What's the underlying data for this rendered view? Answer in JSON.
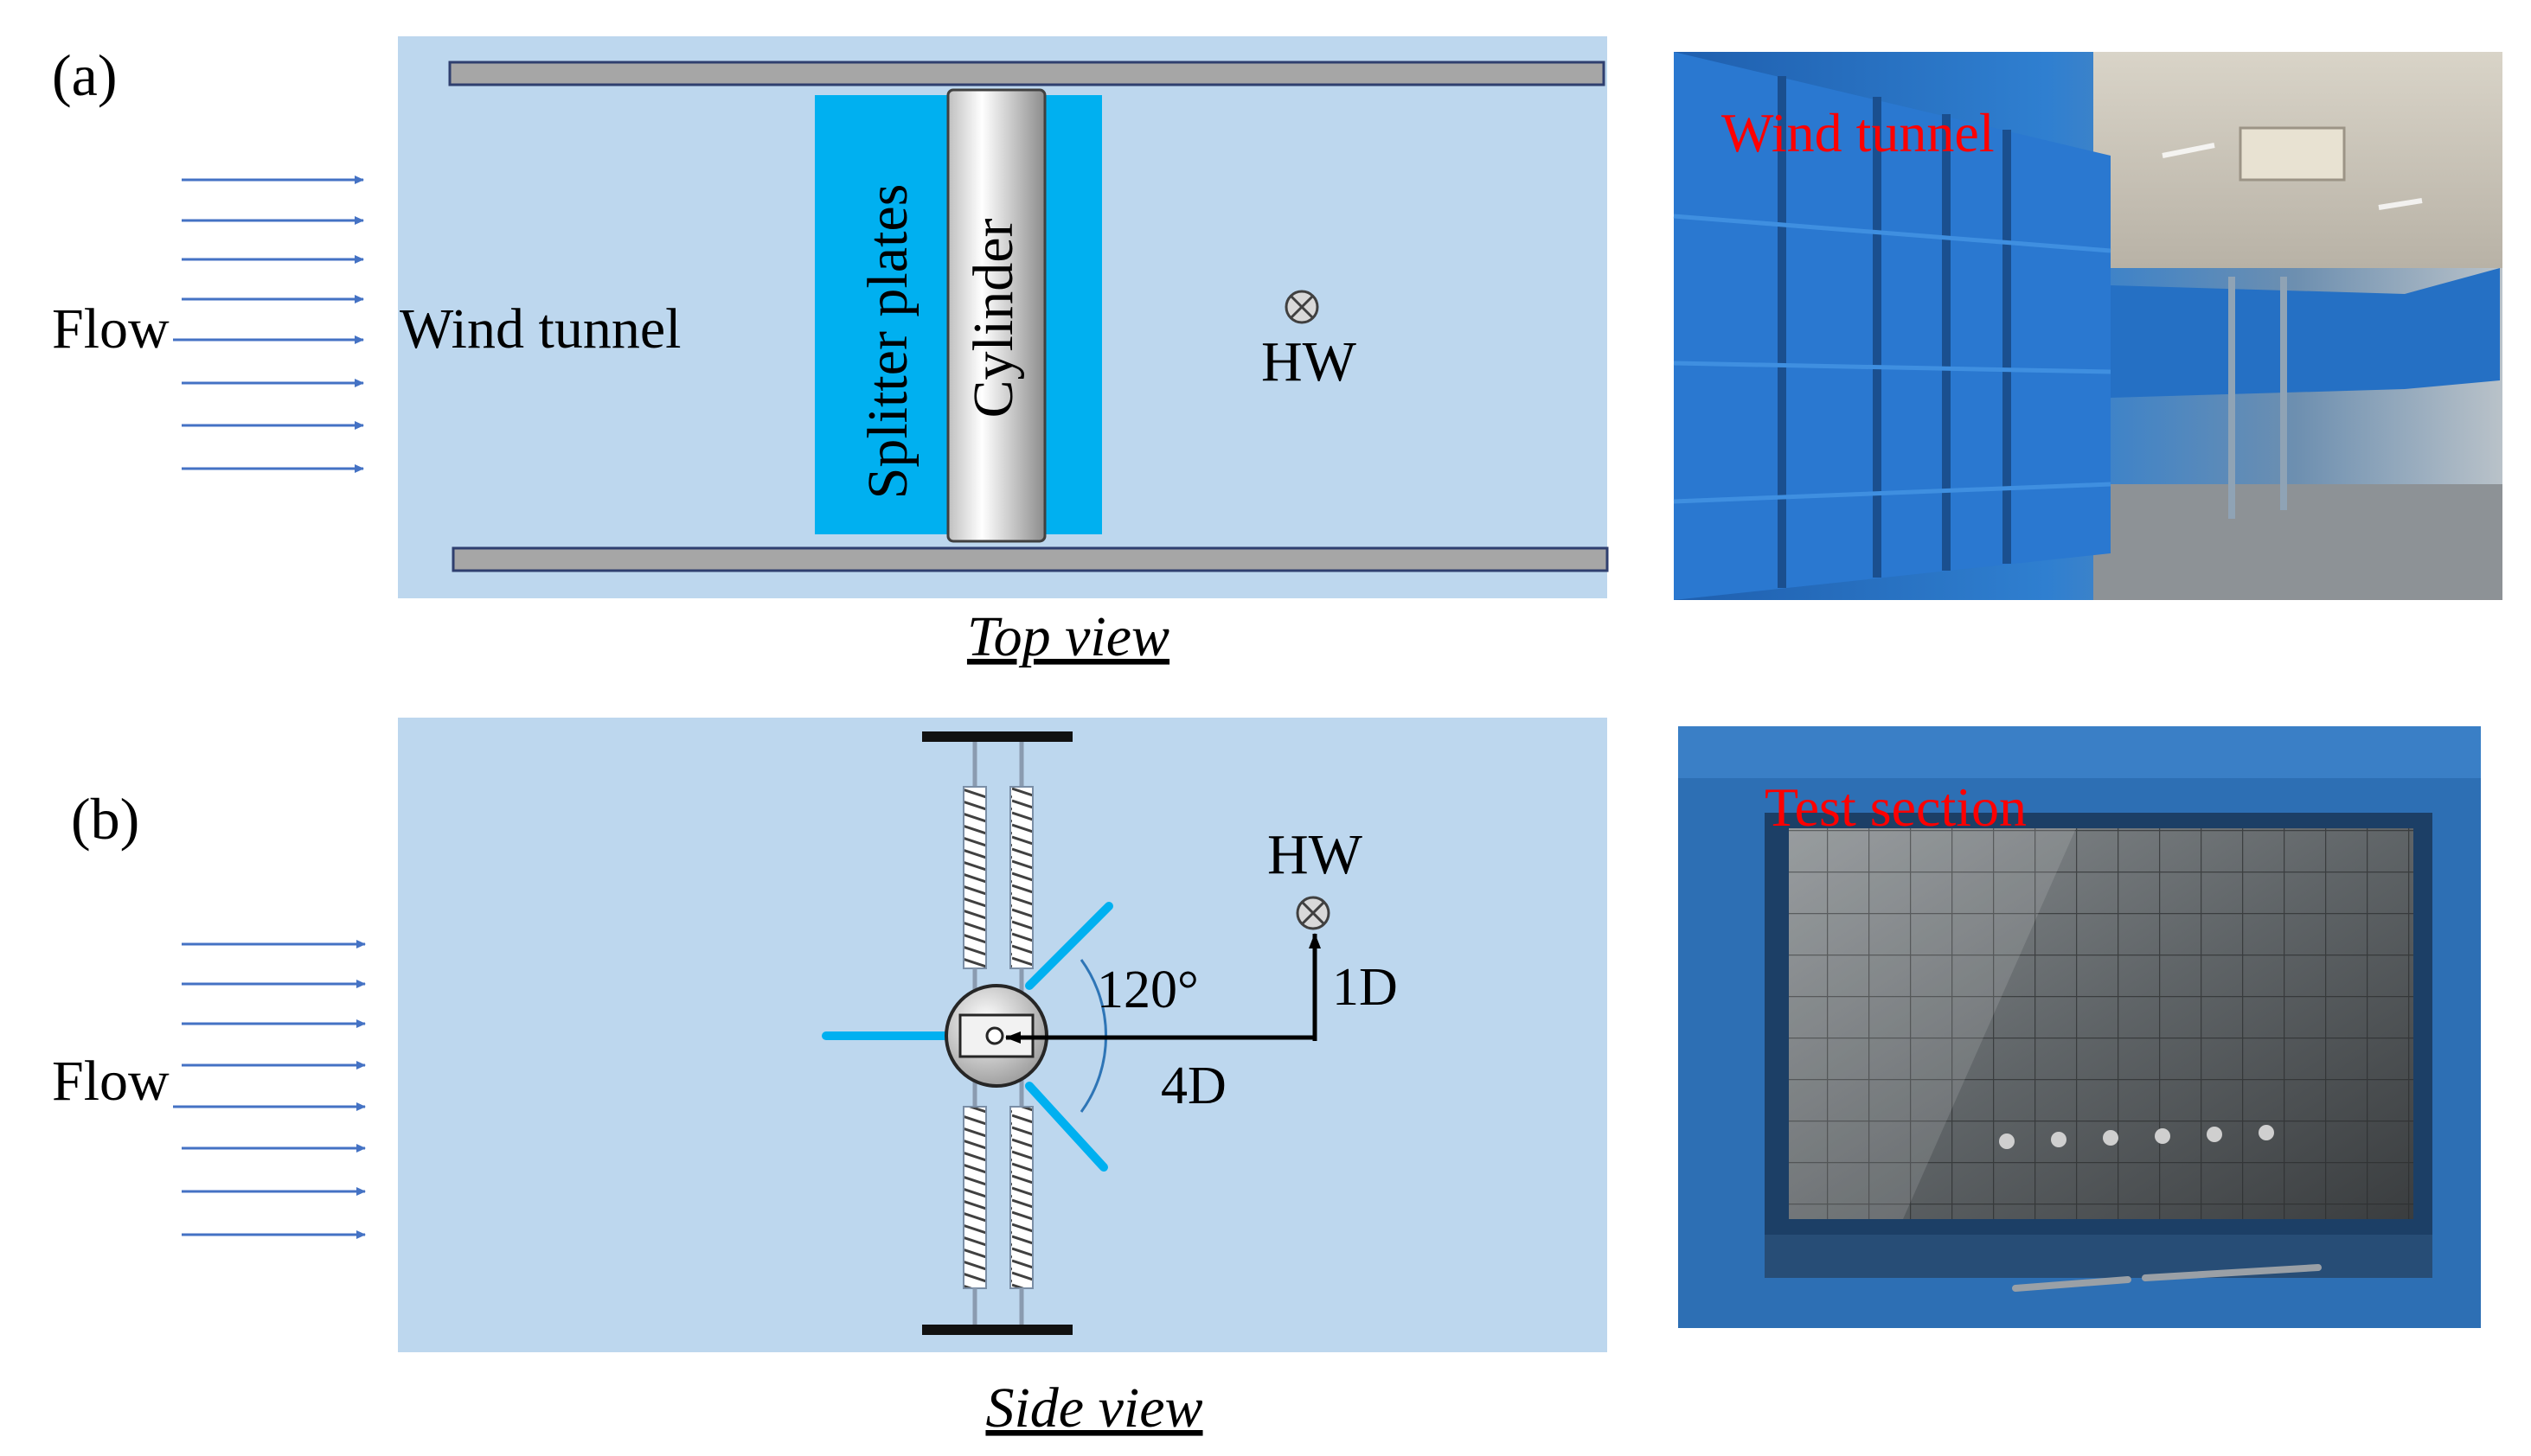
{
  "panel_a": {
    "label": "(a)",
    "flow_label": "Flow",
    "tunnel_label": "Wind tunnel",
    "plates_label": "Splitter plates",
    "cylinder_label": "Cylinder",
    "hw_label": "HW",
    "caption": "Top view"
  },
  "panel_b": {
    "label": "(b)",
    "flow_label": "Flow",
    "hw_label": "HW",
    "angle_label": "120°",
    "vertical_label": "1D",
    "horizontal_label": "4D",
    "caption": "Side view"
  },
  "photo_top": {
    "label": "Wind tunnel"
  },
  "photo_bottom": {
    "label": "Test section"
  },
  "colors": {
    "panel_bg": "#bdd7ee",
    "splitter_blue": "#00b0f0",
    "arrow_blue": "#4472c4",
    "rail_gray": "#a6a6a6",
    "photo_label_red": "#ff0000"
  }
}
